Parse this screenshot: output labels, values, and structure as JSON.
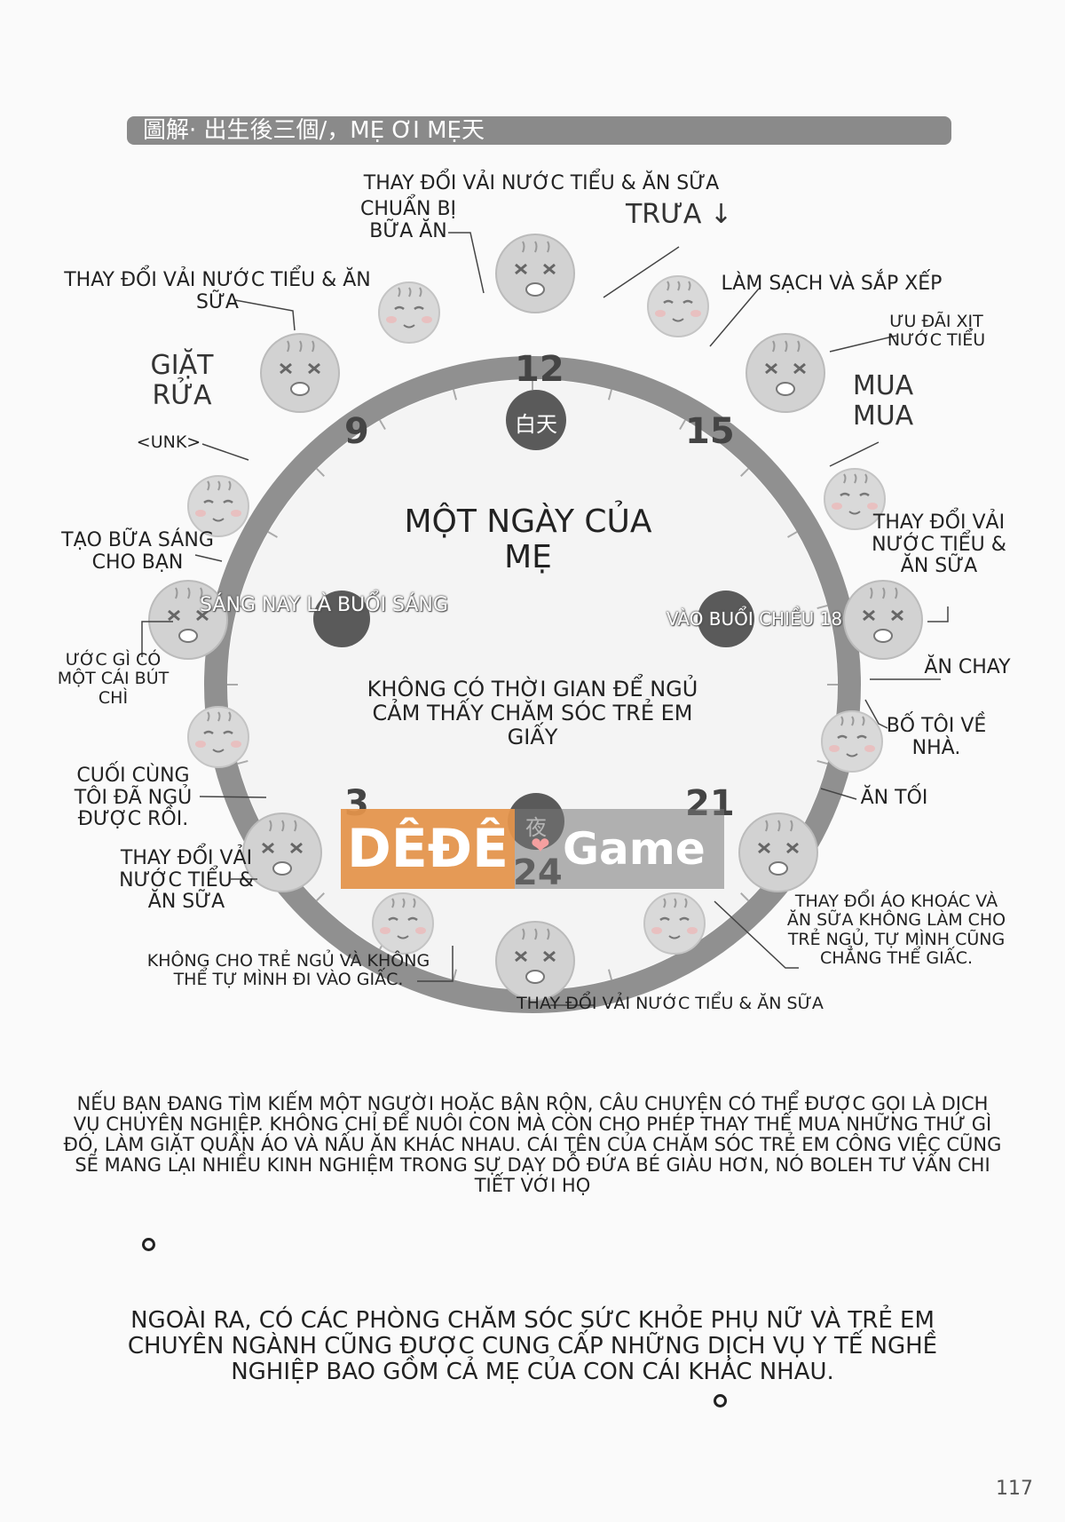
{
  "header": {
    "title": "圖解· 出生後三個/，MẸ ƠI MẸ天"
  },
  "diagram": {
    "title": "MỘT NGÀY CỦA MẸ",
    "subtitle": "KHÔNG CÓ THỜI GIAN ĐỂ NGỦ CẢM THẤY CHĂM SÓC TRẺ EM GIẤY",
    "hours": {
      "h12": "12",
      "h15": "15",
      "h9": "9",
      "h3": "3",
      "h21": "21",
      "h24": "24"
    },
    "chips": {
      "day": "白天",
      "night": "夜"
    },
    "chip_labels": {
      "morning": "SÁNG NAY LÀ BUỔI SÁNG",
      "afternoon": "VÀO BUỔI CHIỀU 18"
    },
    "labels": {
      "top_diaper": "THAY ĐỔI VẢI NƯỚC TIỂU & ĂN SỮA",
      "prepare_meal": "CHUẨN BỊ BỮA ĂN",
      "noon": "TRƯA ↓",
      "upper_left_diaper": "THAY ĐỔI VẢI NƯỚC TIỂU & ĂN SỮA",
      "clean": "LÀM SẠCH VÀ SẮP XẾP",
      "spray": "ƯU ĐÃI XỊT NƯỚC TIỂU",
      "laundry": "GIẶT RỬA",
      "shopping": "MUA MUA",
      "unk": "<UNK>",
      "right_diaper": "THAY ĐỔI VẢI NƯỚC TIỂU & ĂN SỮA",
      "breakfast": "TẠO BỮA SÁNG CHO BẠN",
      "wish": "ƯỚC GÌ CÓ MỘT CÁI BÚT CHÌ",
      "eat_quick": "ĂN CHAY",
      "dad_home": "BỐ TÔI VỀ NHÀ.",
      "dinner": "ĂN TỐI",
      "sleep_finally": "CUỐI CÙNG TÔI ĐÃ NGỦ ĐƯỢC RỒI.",
      "lower_left_diaper": "THAY ĐỔI VẢI NƯỚC TIỂU & ĂN SỮA",
      "change_clothes": "THAY ĐỔI ÁO KHOÁC VÀ ĂN SỮA KHÔNG LÀM CHO TRẺ NGỦ, TỰ MÌNH CŨNG CHẲNG THỂ GIẤC.",
      "no_sleep": "KHÔNG CHO TRẺ NGỦ VÀ KHÔNG THỂ TỰ MÌNH ĐI VÀO GIẤC.",
      "bottom_diaper": "THAY ĐỔI VẢI NƯỚC TIỂU & ĂN SỮA"
    },
    "watermark": {
      "left": "DÊÐÊ",
      "right": "Game"
    }
  },
  "body": {
    "paragraph1": "NẾU BẠN ĐANG TÌM KIẾM MỘT NGƯỜI HOẶC BẬN RỘN, CÂU CHUYỆN CÓ THỂ ĐƯỢC GỌI LÀ DỊCH VỤ CHUYÊN NGHIỆP. KHÔNG CHỈ ĐỂ NUÔI CON MÀ CÒN CHO PHÉP THAY THẾ MUA NHỮNG THỨ GÌ ĐÓ, LÀM GIẶT QUẦN ÁO VÀ NẤU ĂN KHÁC NHAU. CÁI TÊN CỦA CHĂM SÓC TRẺ EM CÔNG VIỆC CŨNG SẼ MANG LẠI NHIỀU KINH NGHIỆM TRONG SỰ DẠY DỖ ĐỨA BÉ GIÀU HƠN, NÓ BOLEH TƯ VẤN CHI TIẾT VỚI HỌ",
    "paragraph2": "NGOÀI RA, CÓ CÁC PHÒNG CHĂM SÓC SỨC KHỎE PHỤ NỮ VÀ TRẺ EM CHUYÊN NGÀNH CŨNG ĐƯỢC CUNG CẤP NHỮNG DỊCH VỤ Y TẾ NGHỀ NGHIỆP BAO GỒM CẢ MẸ CỦA CON CÁI KHÁC NHAU."
  },
  "page_number": "117"
}
